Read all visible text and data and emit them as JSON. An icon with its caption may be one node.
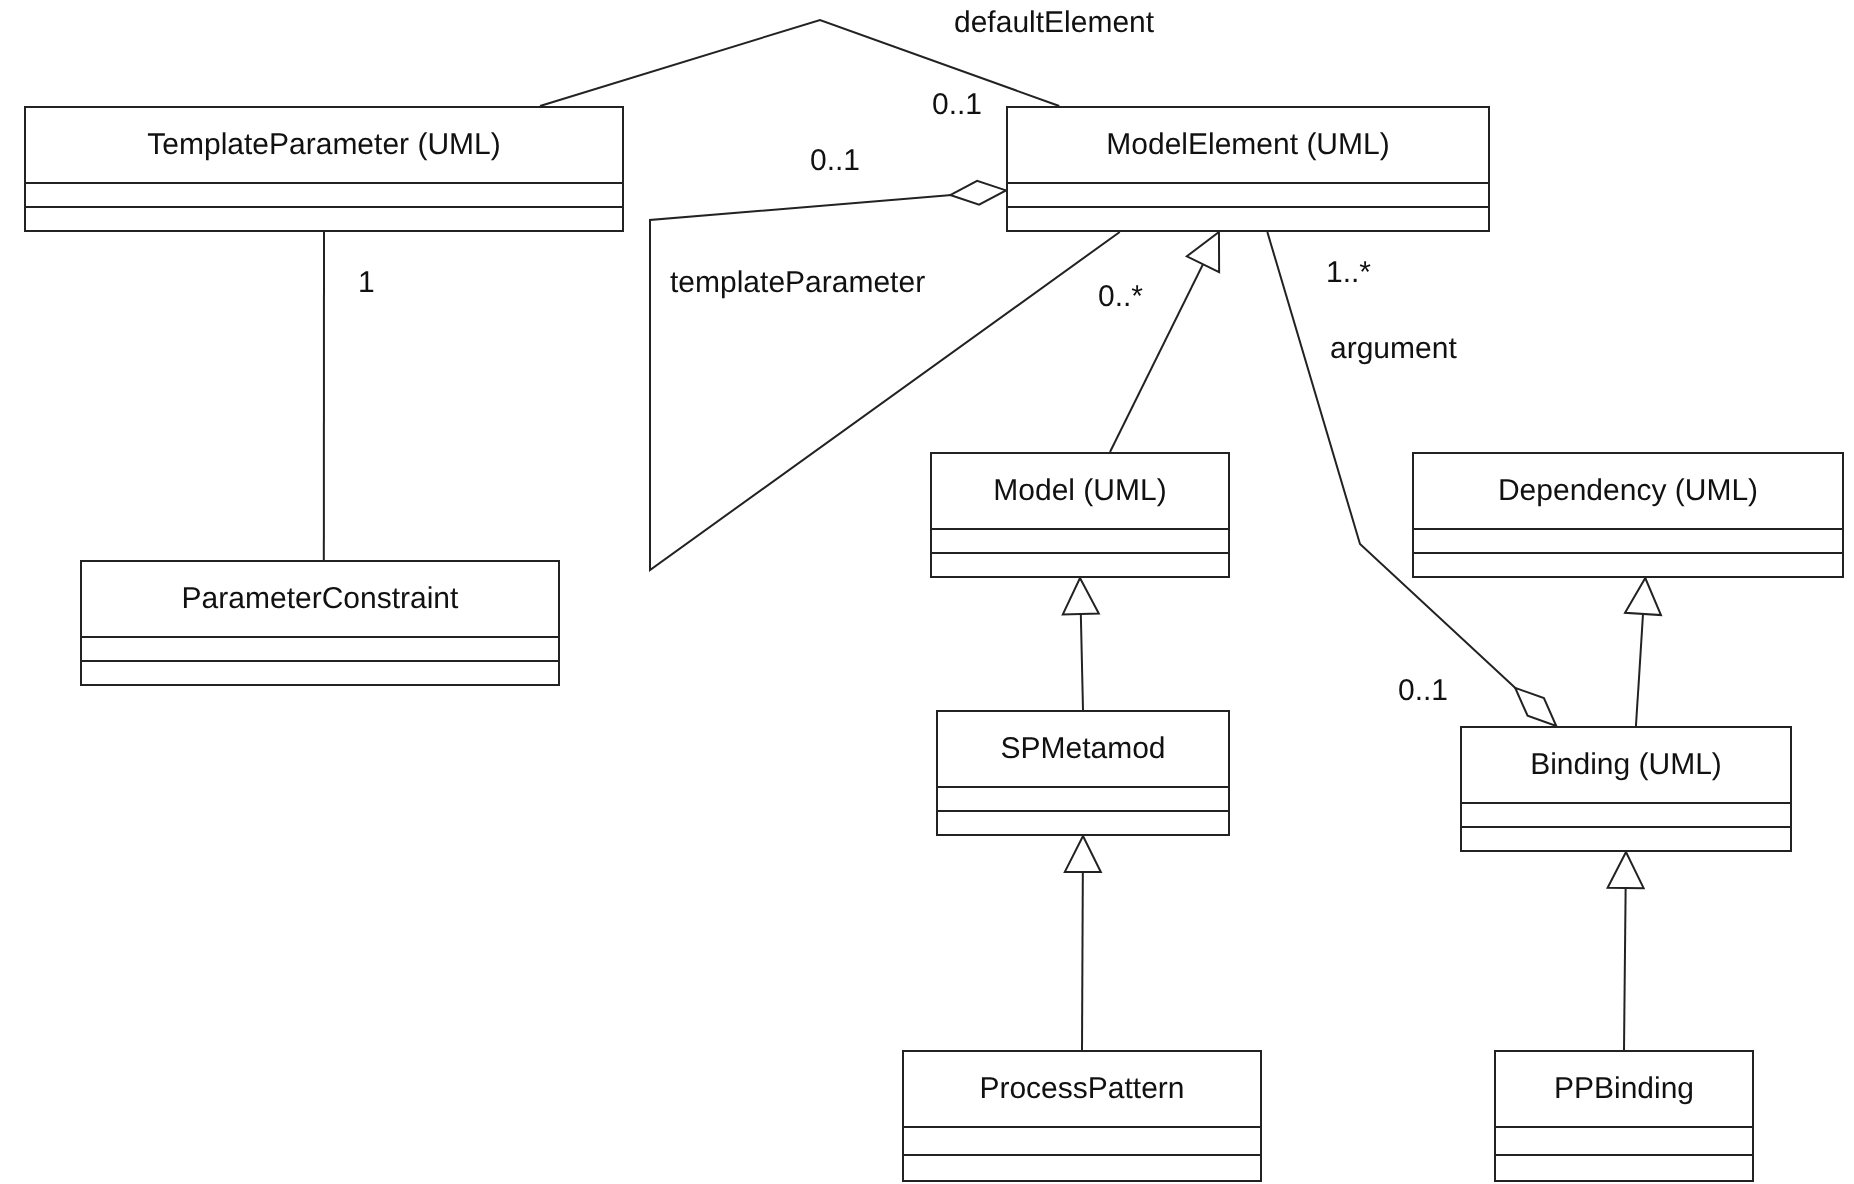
{
  "diagram": {
    "nodes": [
      {
        "text": [
          "TemplateParameter (UML)"
        ]
      },
      {
        "text": [
          "ModelElement (UML)"
        ]
      },
      {
        "text": [
          "ParameterConstraint"
        ]
      },
      {
        "text": [
          "Model (UML)"
        ]
      },
      {
        "text": [
          "Dependency (UML)"
        ]
      },
      {
        "text": [
          "SPMetamod"
        ]
      },
      {
        "text": [
          "Binding (UML)"
        ]
      },
      {
        "text": [
          "ProcessPattern"
        ]
      },
      {
        "text": [
          "PPBinding"
        ]
      }
    ],
    "edges": [
      {
        "from": 0,
        "to": 1,
        "arrow": "none",
        "label": "defaultElement"
      },
      {
        "from": 0,
        "to": 2,
        "arrow": "none"
      },
      {
        "from": 1,
        "to": 1,
        "arrow": "other",
        "label": "templateParameter"
      },
      {
        "from": 3,
        "to": 1,
        "arrow": "to"
      },
      {
        "from": 6,
        "to": 1,
        "arrow": "other",
        "label": "argument"
      },
      {
        "from": 6,
        "to": 4,
        "arrow": "to"
      },
      {
        "from": 5,
        "to": 3,
        "arrow": "to"
      },
      {
        "from": 7,
        "to": 5,
        "arrow": "to"
      },
      {
        "from": 8,
        "to": 6,
        "arrow": "to"
      }
    ],
    "labels": [
      "0..1",
      "0..1",
      "1",
      "0..*",
      "1..*",
      "0..1"
    ]
  }
}
